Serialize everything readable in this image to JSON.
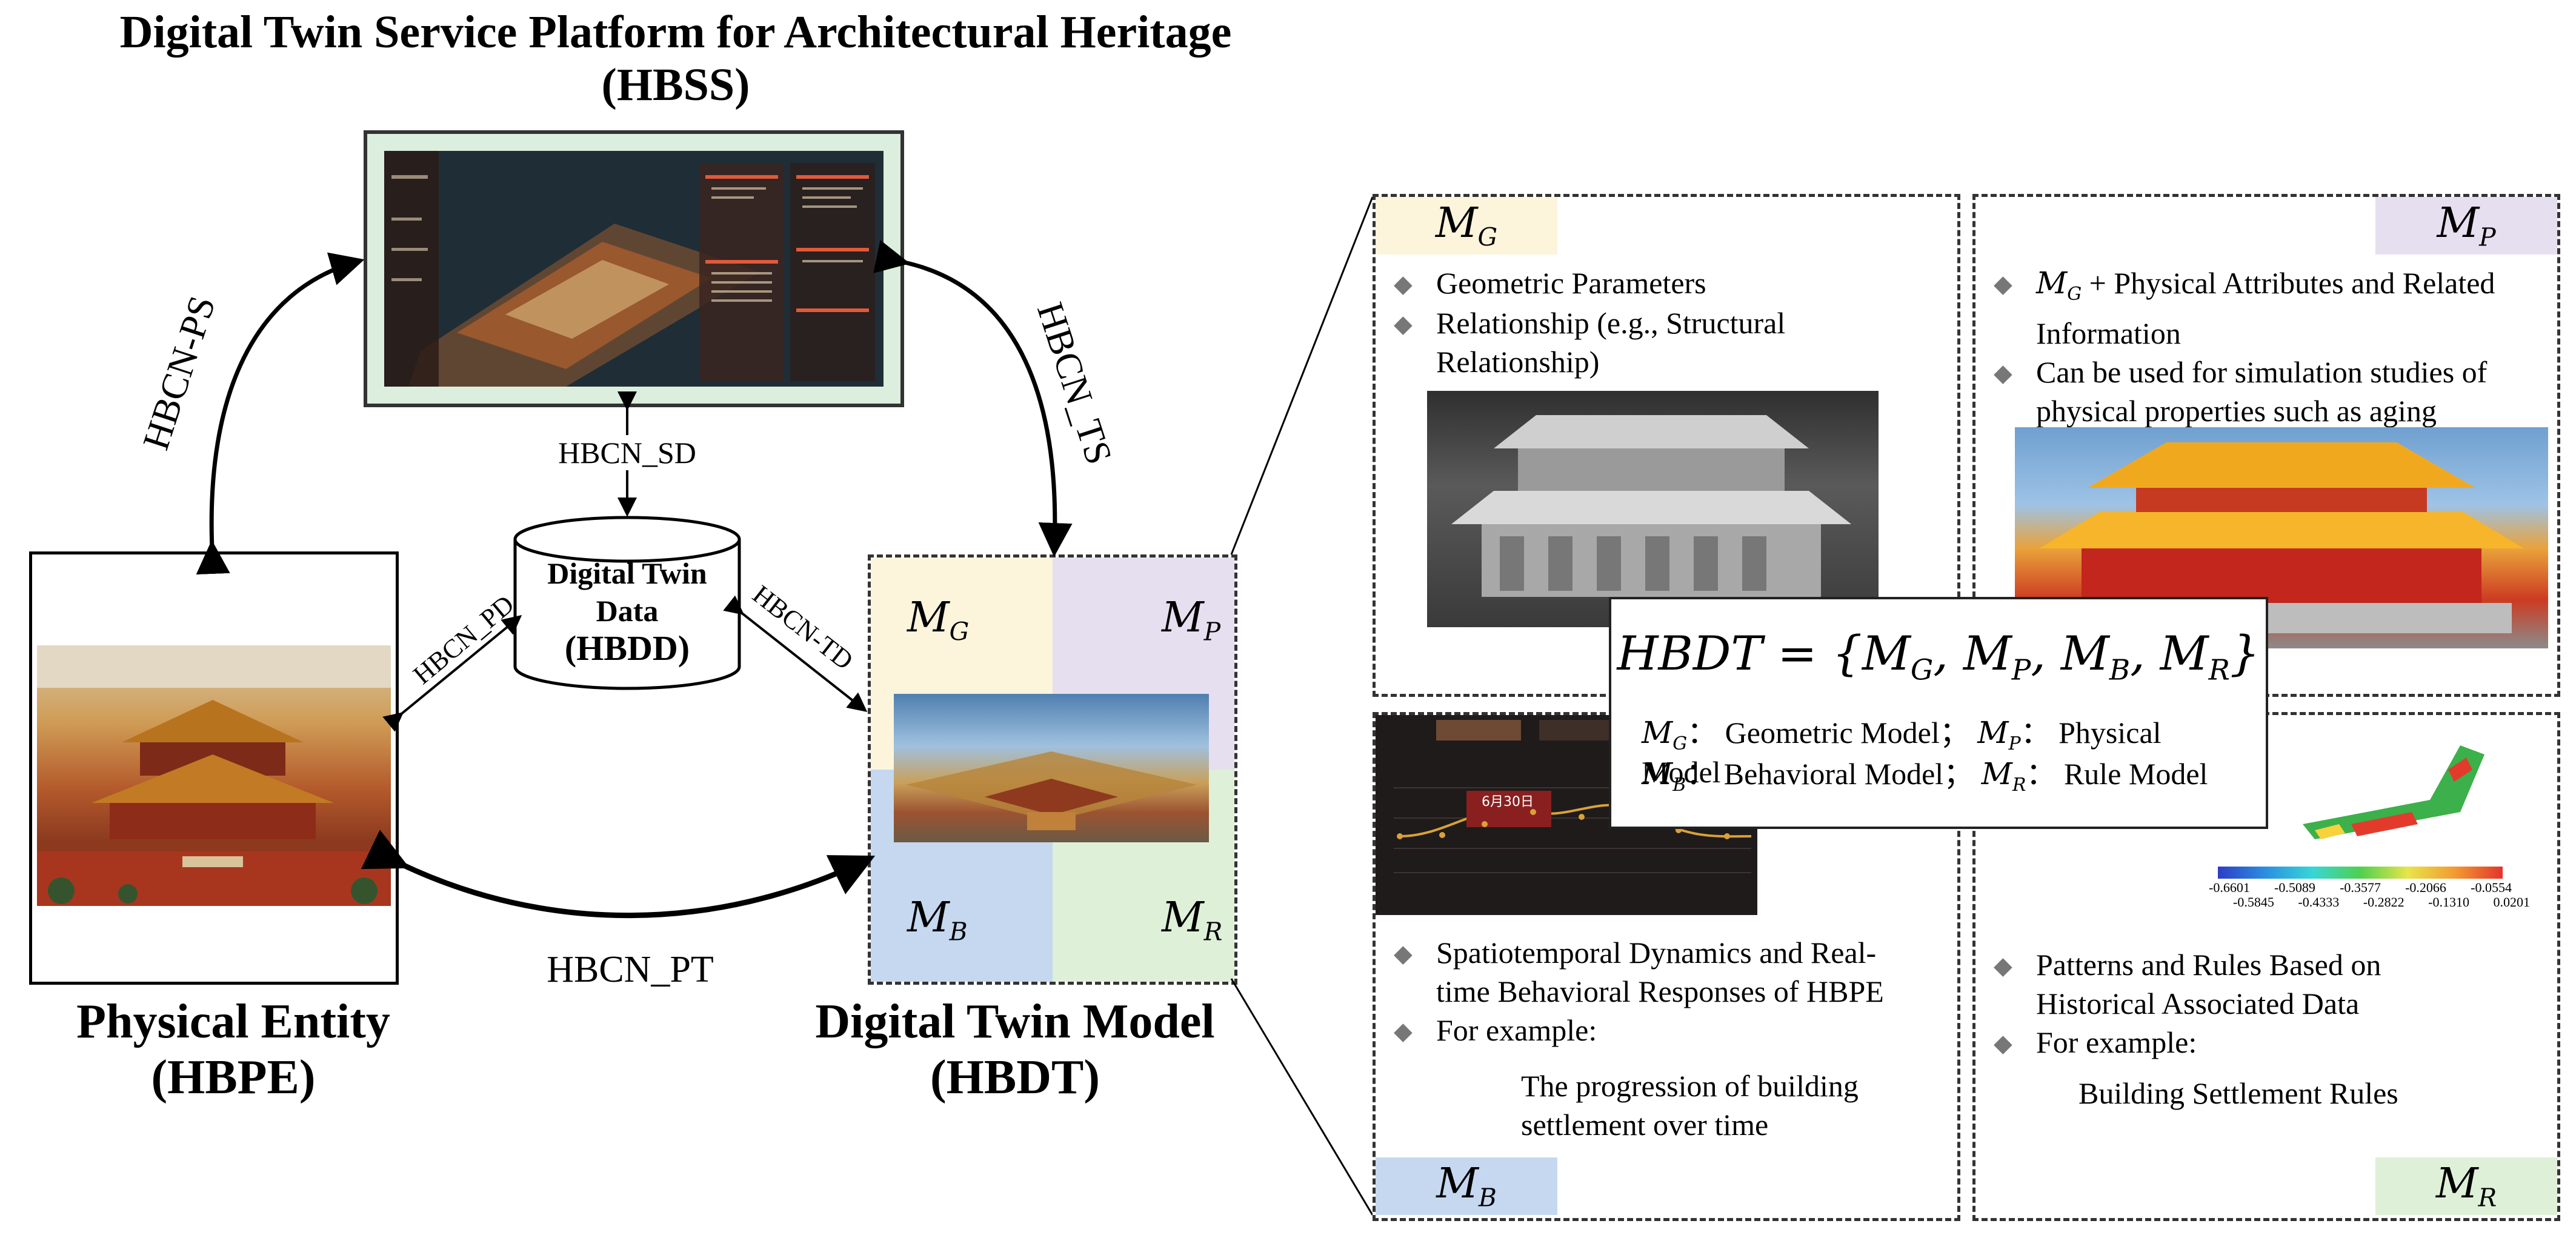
{
  "hbss": {
    "title_line1": "Digital Twin Service Platform for Architectural Heritage",
    "title_line2": "(HBSS)"
  },
  "hbpe": {
    "title": "Physical Entity",
    "abbr": "(HBPE)"
  },
  "hbdt": {
    "title": "Digital Twin Model",
    "abbr": "(HBDT)"
  },
  "hbdd": {
    "line1": "Digital Twin",
    "line2": "Data",
    "line3": "(HBDD)"
  },
  "connections": {
    "ps": "HBCN-PS",
    "ts": "HBCN_TS",
    "sd": "HBCN_SD",
    "pd": "HBCN_PD",
    "td": "HBCN-TD",
    "pt": "HBCN_PT"
  },
  "model_quadrants": {
    "g": {
      "base": "M",
      "sub": "G"
    },
    "p": {
      "base": "M",
      "sub": "P"
    },
    "b": {
      "base": "M",
      "sub": "B"
    },
    "r": {
      "base": "M",
      "sub": "R"
    }
  },
  "panels": {
    "g": {
      "tag_base": "M",
      "tag_sub": "G",
      "bullets": [
        "Geometric Parameters",
        "Relationship (e.g., Structural Relationship)"
      ]
    },
    "p": {
      "tag_base": "M",
      "tag_sub": "P",
      "bullet1_prefix_base": "M",
      "bullet1_prefix_sub": "G",
      "bullet1_rest": " + Physical Attributes and Related Information",
      "bullet2": "Can be used for simulation studies of physical properties such as aging"
    },
    "b": {
      "tag_base": "M",
      "tag_sub": "B",
      "bullets": [
        "Spatiotemporal Dynamics and Real-time Behavioral Responses of HBPE",
        "For example:"
      ],
      "example": "The progression of building settlement over time",
      "chart_date": "6月30日"
    },
    "r": {
      "tag_base": "M",
      "tag_sub": "R",
      "bullets": [
        "Patterns and Rules Based on Historical Associated Data",
        "For example:"
      ],
      "example": "Building Settlement Rules",
      "scale_row1": [
        "-0.6601",
        "-0.5089",
        "-0.3577",
        "-0.2066",
        "-0.0554"
      ],
      "scale_row2": [
        "-0.5845",
        "-0.4333",
        "-0.2822",
        "-0.1310",
        "0.0201"
      ]
    }
  },
  "formula": {
    "text": "HBDT = {M",
    "full": "HBDT = {MG, MP, MB, MR}",
    "def_g": "Geometric Model；",
    "def_p": "Physical Model",
    "def_b": "Behavioral Model；",
    "def_r": "Rule Model"
  },
  "colors": {
    "mg": "#fdf4dc",
    "mp": "#e6dff0",
    "mb": "#c5d8f0",
    "mr": "#dff0d8",
    "screen_bg": "#dceedd"
  }
}
